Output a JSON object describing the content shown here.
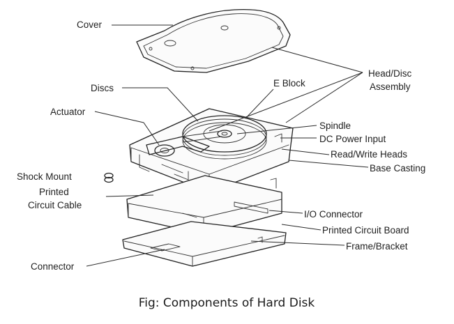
{
  "labels": {
    "cover": "Cover",
    "head_disc_assembly_line1": "Head/Disc",
    "head_disc_assembly_line2": "Assembly",
    "discs": "Discs",
    "e_block": "E Block",
    "actuator": "Actuator",
    "spindle": "Spindle",
    "dc_power_input": "DC Power Input",
    "read_write_heads": "Read/Write Heads",
    "base_casting": "Base Casting",
    "shock_mount": "Shock Mount",
    "printed_circuit_cable_line1": "Printed",
    "printed_circuit_cable_line2": "Circuit Cable",
    "io_connector": "I/O Connector",
    "printed_circuit_board": "Printed Circuit Board",
    "frame_bracket": "Frame/Bracket",
    "connector": "Connector"
  },
  "caption": "Fig: Components of Hard Disk"
}
